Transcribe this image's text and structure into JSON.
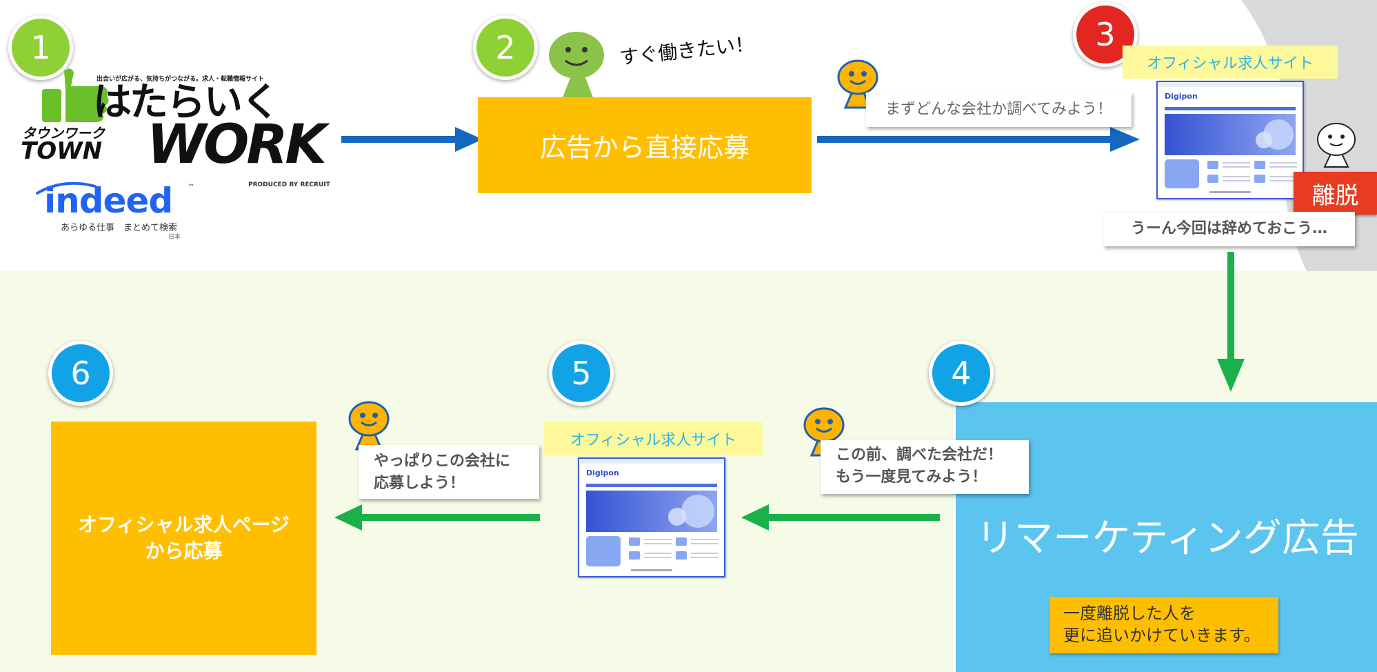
{
  "logos": {
    "townwork_tagline": "出会いが広がる、気持ちがつながる。求人・転職情報サイト",
    "townwork_main": "はたらいく",
    "townwork_kana": "タウンワーク",
    "townwork_town": "TOWN",
    "townwork_work": "WORK",
    "produced_by": "PRODUCED BY RECRUIT",
    "indeed_name": "indeed",
    "indeed_tm": "™",
    "indeed_tagline": "あらゆる仕事　まとめて検索",
    "indeed_country": "日本"
  },
  "steps": {
    "s1": "1",
    "s2": "2",
    "s3": "3",
    "s4": "4",
    "s5": "5",
    "s6": "6"
  },
  "step2": {
    "speech": "すぐ働きたい！",
    "box": "広告から直接応募"
  },
  "step3": {
    "callout_top": "まずどんな会社か調べてみよう！",
    "site_label": "オフィシャル求人サイト",
    "leave_badge": "離脱",
    "callout_bottom": "うーん今回は辞めておこう…"
  },
  "step4": {
    "callout_line1": "この前、調べた会社だ！",
    "callout_line2": "もう一度見てみよう！",
    "box_title": "リマーケティング広告",
    "note_line1": "一度離脱した人を",
    "note_line2": "更に追いかけていきます。"
  },
  "step5": {
    "site_label": "オフィシャル求人サイト",
    "callout_line1": "やっぱりこの会社に",
    "callout_line2": "応募しよう！"
  },
  "step6": {
    "box_line1": "オフィシャル求人ページ",
    "box_line2": "から応募"
  },
  "mock_site": {
    "brand": "Digipon"
  },
  "colors": {
    "step_green": "#8fd135",
    "step_red": "#e3261f",
    "step_blue": "#12a3e6",
    "orange_box": "#ffbf00",
    "remarketing_box": "#5bc5ef",
    "arrow_blue": "#1667c0",
    "arrow_green": "#1ab04a",
    "leave_red": "#e83c22",
    "bottom_bg": "#f5fbe6"
  }
}
